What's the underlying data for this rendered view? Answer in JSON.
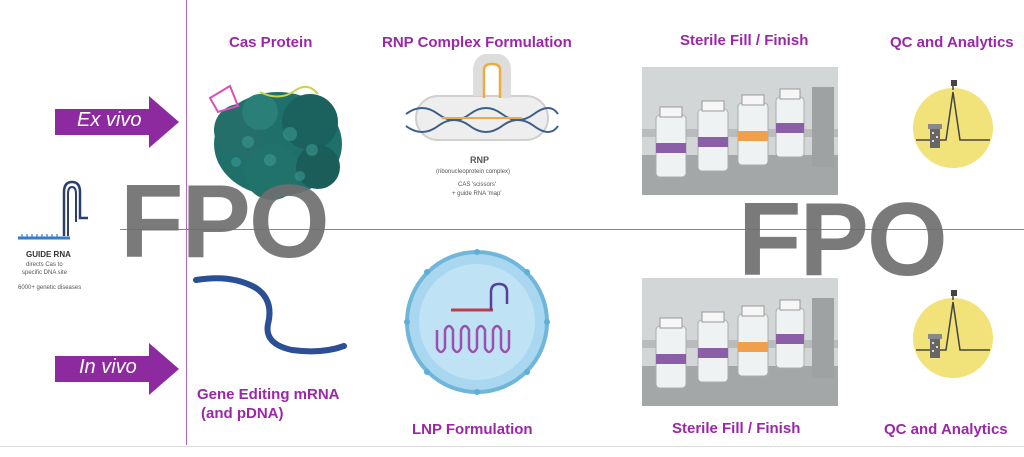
{
  "labels": {
    "cas_protein": "Cas Protein",
    "rnp_formulation": "RNP Complex Formulation",
    "sterile_top": "Sterile Fill / Finish",
    "qc_top": "QC and Analytics",
    "gene_editing_line1": "Gene Editing mRNA",
    "gene_editing_line2": "(and pDNA)",
    "lnp_formulation": "LNP Formulation",
    "sterile_bottom": "Sterile Fill / Finish",
    "qc_bottom": "QC and Analytics"
  },
  "arrows": {
    "ex_vivo": "Ex vivo",
    "in_vivo": "In vivo"
  },
  "guide_rna": {
    "title": "GUIDE RNA",
    "line1": "directs Cas to",
    "line2": "specific DNA site",
    "line3": "6000+ genetic diseases"
  },
  "rnp": {
    "title": "RNP",
    "subtitle": "(ribonucleoprotein complex)",
    "line1": "CAS 'scissors'",
    "line2": "+ guide RNA 'map'"
  },
  "watermark": "FPO",
  "colors": {
    "accent": "#9b27a8",
    "arrow": "#8e2aa0",
    "protein": "#1f6f6a",
    "mrna": "#2a4f94",
    "qc_circle": "#f2e27a"
  }
}
